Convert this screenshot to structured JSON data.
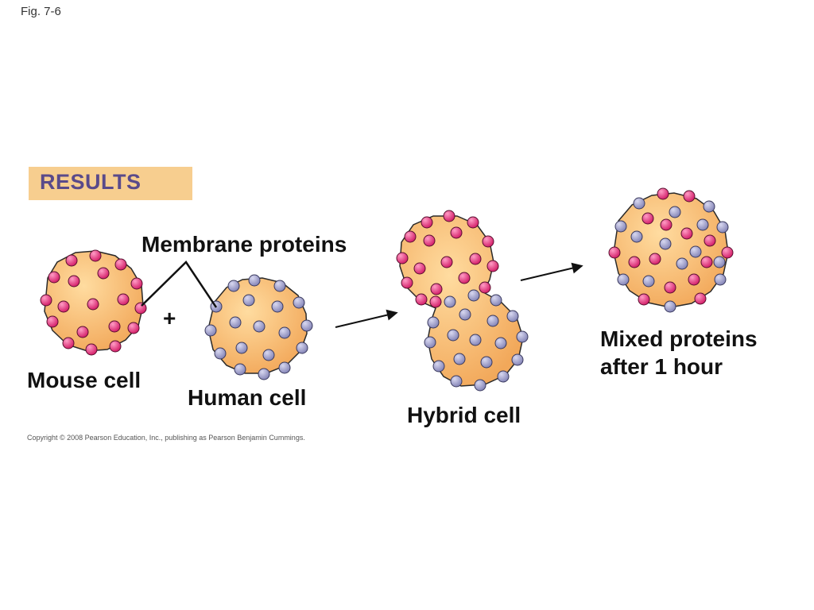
{
  "figure": {
    "label": "Fig. 7-6",
    "results_label": "RESULTS",
    "labels": {
      "membrane_proteins": "Membrane proteins",
      "mouse_cell": "Mouse cell",
      "human_cell": "Human cell",
      "hybrid_cell": "Hybrid cell",
      "mixed_line1": "Mixed proteins",
      "mixed_line2": "after 1 hour"
    },
    "plus": "+",
    "copyright": "Copyright © 2008 Pearson Education, Inc., publishing as Pearson Benjamin Cummings."
  },
  "colors": {
    "cell_fill": "#f5b56a",
    "cell_outline": "#2a2a2a",
    "mouse_protein": "#e0337a",
    "human_protein": "#9f9fc9",
    "results_bg": "#f7ce8f",
    "results_text": "#5a4a8a"
  }
}
